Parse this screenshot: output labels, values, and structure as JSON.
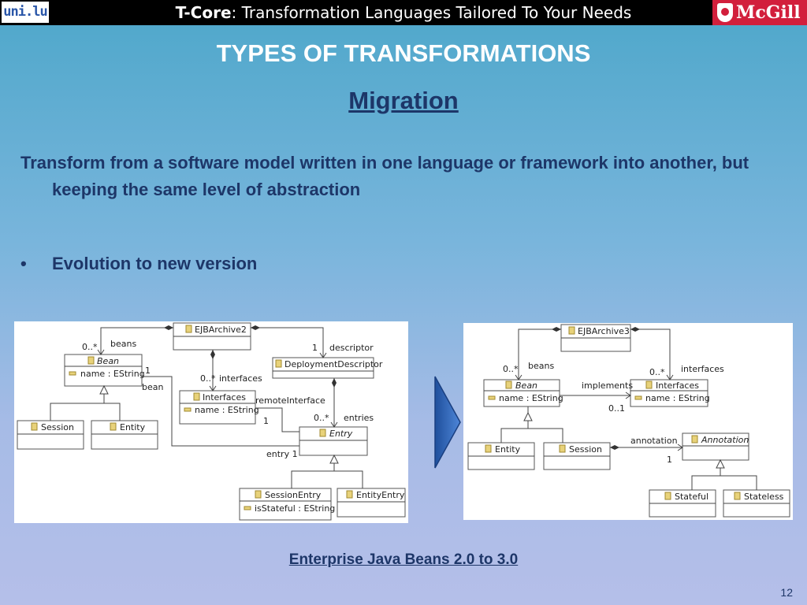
{
  "header": {
    "logo_left": "uni.lu",
    "title_bold": "T-Core",
    "title_rest": ": Transformation Languages Tailored To Your Needs",
    "logo_right": "McGill"
  },
  "slide": {
    "title": "TYPES OF TRANSFORMATIONS",
    "subtitle": "Migration",
    "paragraph": "Transform from a software model written in one language or framework into another, but keeping the same level of abstraction",
    "bullet_mark": "•",
    "bullet": "Evolution to new version",
    "caption": "Enterprise Java Beans 2.0 to 3.0",
    "page_number": "12"
  },
  "diagram_left": {
    "ejbarchive": "EJBArchive2",
    "bean": "Bean",
    "bean_attr": "name : EString",
    "interfaces": "Interfaces",
    "interfaces_attr": "name : EString",
    "deployment": "DeploymentDescriptor",
    "entry": "Entry",
    "session": "Session",
    "entity": "Entity",
    "session_entry": "SessionEntry",
    "session_entry_attr": "isStateful : EString",
    "entity_entry": "EntityEntry",
    "lbl_beans": "beans",
    "lbl_beans_mult": "0..*",
    "lbl_descriptor": "descriptor",
    "lbl_descriptor_mult": "1",
    "lbl_interfaces": "interfaces",
    "lbl_interfaces_mult": "0..*",
    "lbl_bean": "bean",
    "lbl_bean_mult": "1",
    "lbl_remote": "remoteInterface",
    "lbl_remote_mult": "1",
    "lbl_entries": "entries",
    "lbl_entries_mult": "0..*",
    "lbl_entry": "entry 1"
  },
  "diagram_right": {
    "ejbarchive": "EJBArchive3",
    "bean": "Bean",
    "bean_attr": "name : EString",
    "interfaces": "Interfaces",
    "interfaces_attr": "name : EString",
    "entity": "Entity",
    "session": "Session",
    "annotation": "Annotation",
    "stateful": "Stateful",
    "stateless": "Stateless",
    "lbl_beans": "beans",
    "lbl_beans_mult": "0..*",
    "lbl_interfaces": "interfaces",
    "lbl_interfaces_mult": "0..*",
    "lbl_implements": "implements",
    "lbl_implements_mult": "0..1",
    "lbl_annotation": "annotation",
    "lbl_annotation_mult": "1"
  }
}
